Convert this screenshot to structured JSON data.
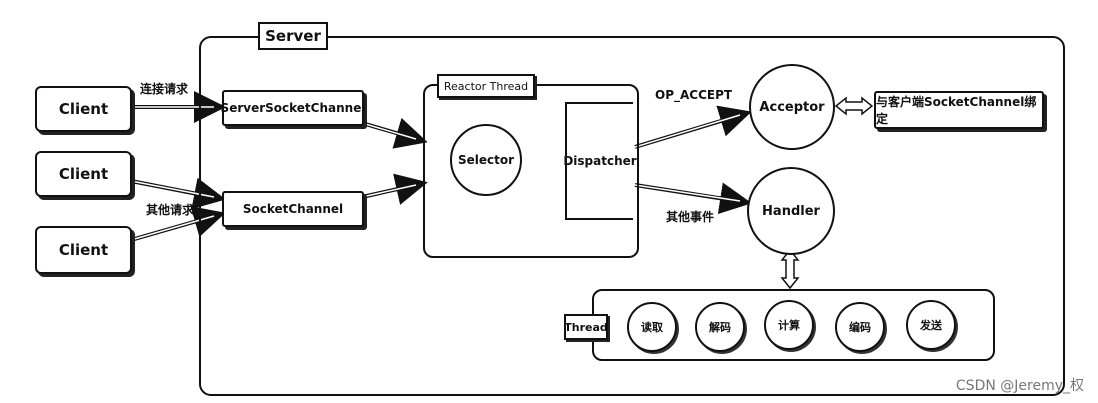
{
  "server": {
    "label": "Server"
  },
  "clients": [
    "Client",
    "Client",
    "Client"
  ],
  "edge_labels": {
    "connect_request": "连接请求",
    "other_request": "其他请求",
    "op_accept": "OP_ACCEPT",
    "other_event": "其他事件"
  },
  "server_socket_channel": "ServerSocketChannel",
  "socket_channel": "SocketChannel",
  "reactor": {
    "label": "Reactor Thread",
    "selector": "Selector",
    "dispatcher": "Dispatcher"
  },
  "acceptor": "Acceptor",
  "bind_note": "与客户端SocketChannel绑定",
  "handler": "Handler",
  "thread": {
    "label": "Thread",
    "steps": [
      "读取",
      "解码",
      "计算",
      "编码",
      "发送"
    ]
  },
  "watermark": "CSDN @Jeremy_权"
}
